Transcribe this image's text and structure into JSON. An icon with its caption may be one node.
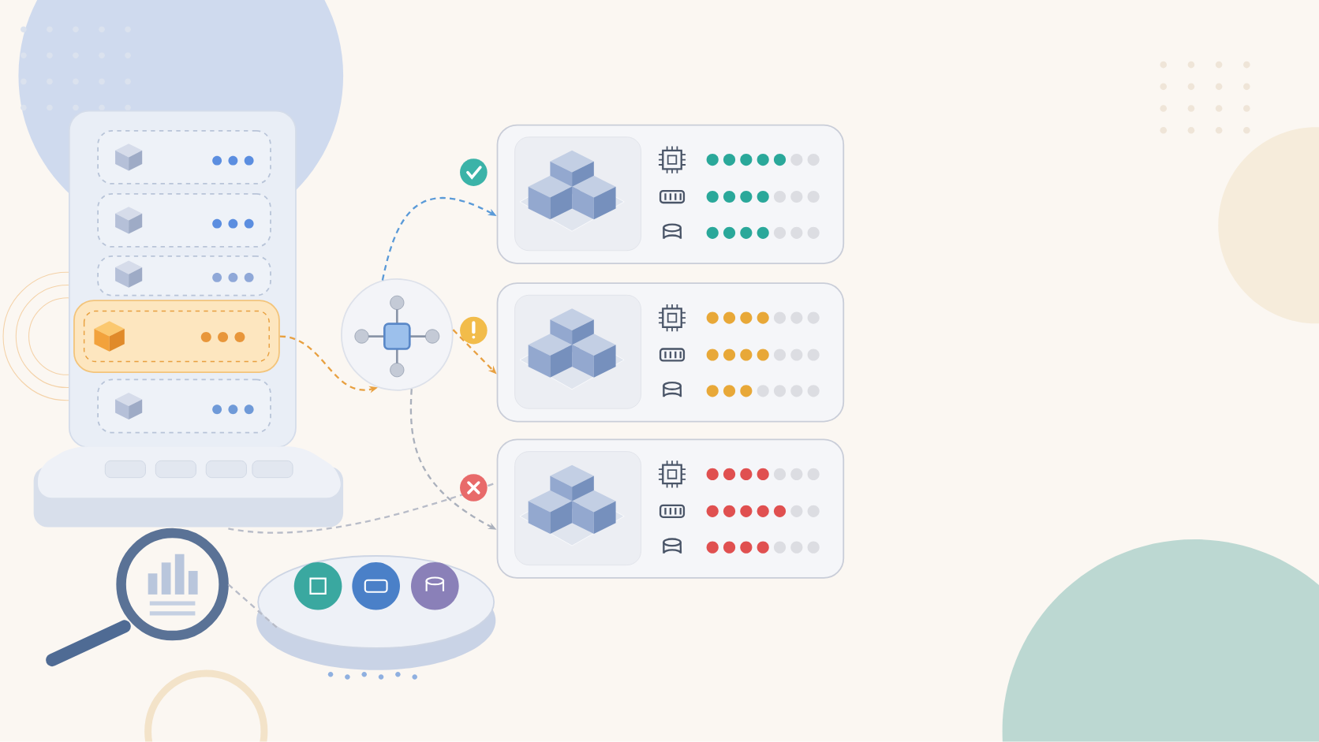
{
  "diagram": {
    "nodes": [
      {
        "text": [],
        "shape": "box"
      },
      {
        "text": [],
        "shape": "box",
        "in": 0
      },
      {
        "text": [],
        "shape": "box",
        "in": 0
      },
      {
        "text": [],
        "shape": "box",
        "in": 0
      },
      {
        "text": [],
        "shape": "box",
        "in": 0
      },
      {
        "text": [],
        "shape": "box",
        "in": 0
      },
      {
        "text": [],
        "shape": "circle"
      },
      {
        "text": [],
        "shape": "box"
      },
      {
        "text": [],
        "shape": "box"
      },
      {
        "text": [],
        "shape": "box"
      },
      {
        "text": [],
        "shape": "picture"
      },
      {
        "text": [],
        "shape": "cylinder"
      }
    ],
    "edges": [
      {
        "from": 4,
        "to": 6,
        "arrow": "to",
        "style": "dashed",
        "color": "#e8a040"
      },
      {
        "from": 6,
        "to": 7,
        "arrow": "to",
        "style": "dashed",
        "color": "#5a9ad8"
      },
      {
        "from": 6,
        "to": 8,
        "arrow": "to",
        "style": "dashed",
        "color": "#e8a040"
      },
      {
        "from": 6,
        "to": 9,
        "arrow": "to",
        "style": "dashed",
        "color": "#aab0bc"
      },
      {
        "from": 10,
        "to": 9,
        "arrow": "none",
        "style": "dashed",
        "color": "#b8bcc8"
      },
      {
        "from": 10,
        "to": 11,
        "arrow": "none",
        "style": "dashed",
        "color": "#b8bcc8"
      }
    ]
  }
}
